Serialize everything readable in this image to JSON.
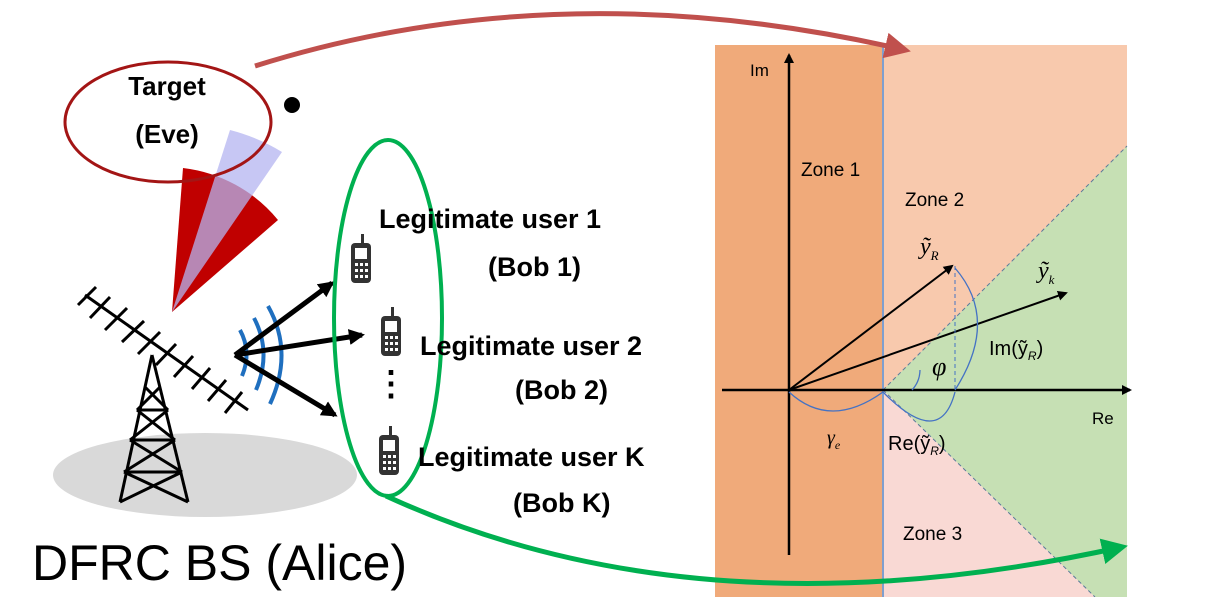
{
  "left_panel": {
    "target_label_line1": "Target",
    "target_label_line2": "(Eve)",
    "bs_label": "DFRC BS (Alice)",
    "users": [
      {
        "line1": "Legitimate user 1",
        "line2": "(Bob 1)"
      },
      {
        "line1": "Legitimate user 2",
        "line2": "(Bob 2)"
      },
      {
        "line1": "Legitimate user K",
        "line2": "(Bob K)"
      }
    ],
    "ellipsis": "⋮"
  },
  "right_panel": {
    "axis_im": "Im",
    "axis_re": "Re",
    "zone1": "Zone 1",
    "zone2": "Zone 2",
    "zone3": "Zone 3",
    "label_yR": "ỹ",
    "label_yR_sub": "R",
    "label_yk": "ỹ",
    "label_yk_sub": "k",
    "label_phi": "φ",
    "label_gamma": "γ",
    "label_gamma_sub": "e",
    "label_im_yR": "Im(ỹ",
    "label_im_yR_sub": "R",
    "label_im_yR_close": ")",
    "label_re_yR": "Re(ỹ",
    "label_re_yR_sub": "R",
    "label_re_yR_close": ")"
  },
  "colors": {
    "zone1": "#f0aa7a",
    "zone2": "#f8c9ad",
    "zone3": "#f9d9d4",
    "green_region": "#c6e0b4",
    "red_arrow": "#c0504d",
    "green_ellipse": "#00b050",
    "target_ellipse": "#a31515",
    "beam_red": "#c00000",
    "beam_blue": "#b4b4f0",
    "signal_blue": "#1f6fbf"
  }
}
